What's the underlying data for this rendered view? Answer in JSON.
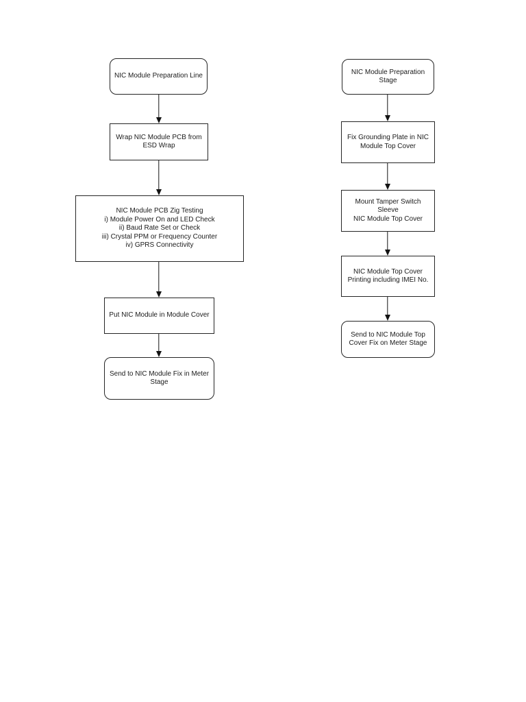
{
  "flowchart": {
    "colors": {
      "page_background": "#ffffff",
      "node_border": "#242424",
      "node_fill": "#ffffff",
      "text": "#1a1a1a",
      "arrow": "#131313"
    },
    "left_column": {
      "nodes": [
        {
          "shape": "rounded",
          "label": "NIC Module Preparation Line"
        },
        {
          "shape": "rect",
          "label": "Wrap NIC Module PCB from\nESD Wrap"
        },
        {
          "shape": "rect",
          "label": "NIC Module PCB Zig Testing\ni) Module Power On and LED Check\nii) Baud Rate Set or Check\niii) Crystal PPM or Frequency Counter\niv) GPRS Connectivity"
        },
        {
          "shape": "rect",
          "label": "Put NIC Module in Module Cover"
        },
        {
          "shape": "rounded",
          "label": "Send to NIC Module Fix in Meter\nStage"
        }
      ]
    },
    "right_column": {
      "nodes": [
        {
          "shape": "rounded",
          "label": "NIC Module Preparation\nStage"
        },
        {
          "shape": "rect",
          "label": "Fix Grounding Plate in NIC\nModule Top Cover"
        },
        {
          "shape": "rect",
          "label": "Mount Tamper Switch Sleeve\nNIC Module Top Cover"
        },
        {
          "shape": "rect",
          "label": "NIC Module Top Cover\nPrinting including IMEI No."
        },
        {
          "shape": "rounded",
          "label": "Send to NIC Module Top\nCover Fix on Meter Stage"
        }
      ]
    }
  }
}
